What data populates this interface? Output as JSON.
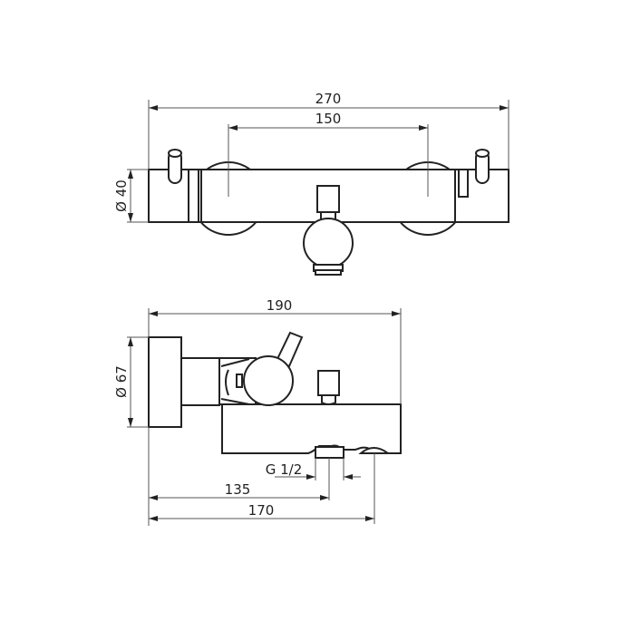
{
  "drawing": {
    "title": "Thermostatic bath mixer technical drawing",
    "colors": {
      "line": "#222222",
      "dimension": "#555555",
      "background": "#ffffff"
    },
    "front_view": {
      "dim_overall_width": "270",
      "dim_centers": "150",
      "dim_body_diameter": "Ø 40"
    },
    "side_view": {
      "dim_overall_depth": "190",
      "dim_rosette_diameter": "Ø 67",
      "dim_outlet_thread": "G 1/2",
      "dim_outlet_center": "135",
      "dim_spout_front": "170"
    }
  }
}
